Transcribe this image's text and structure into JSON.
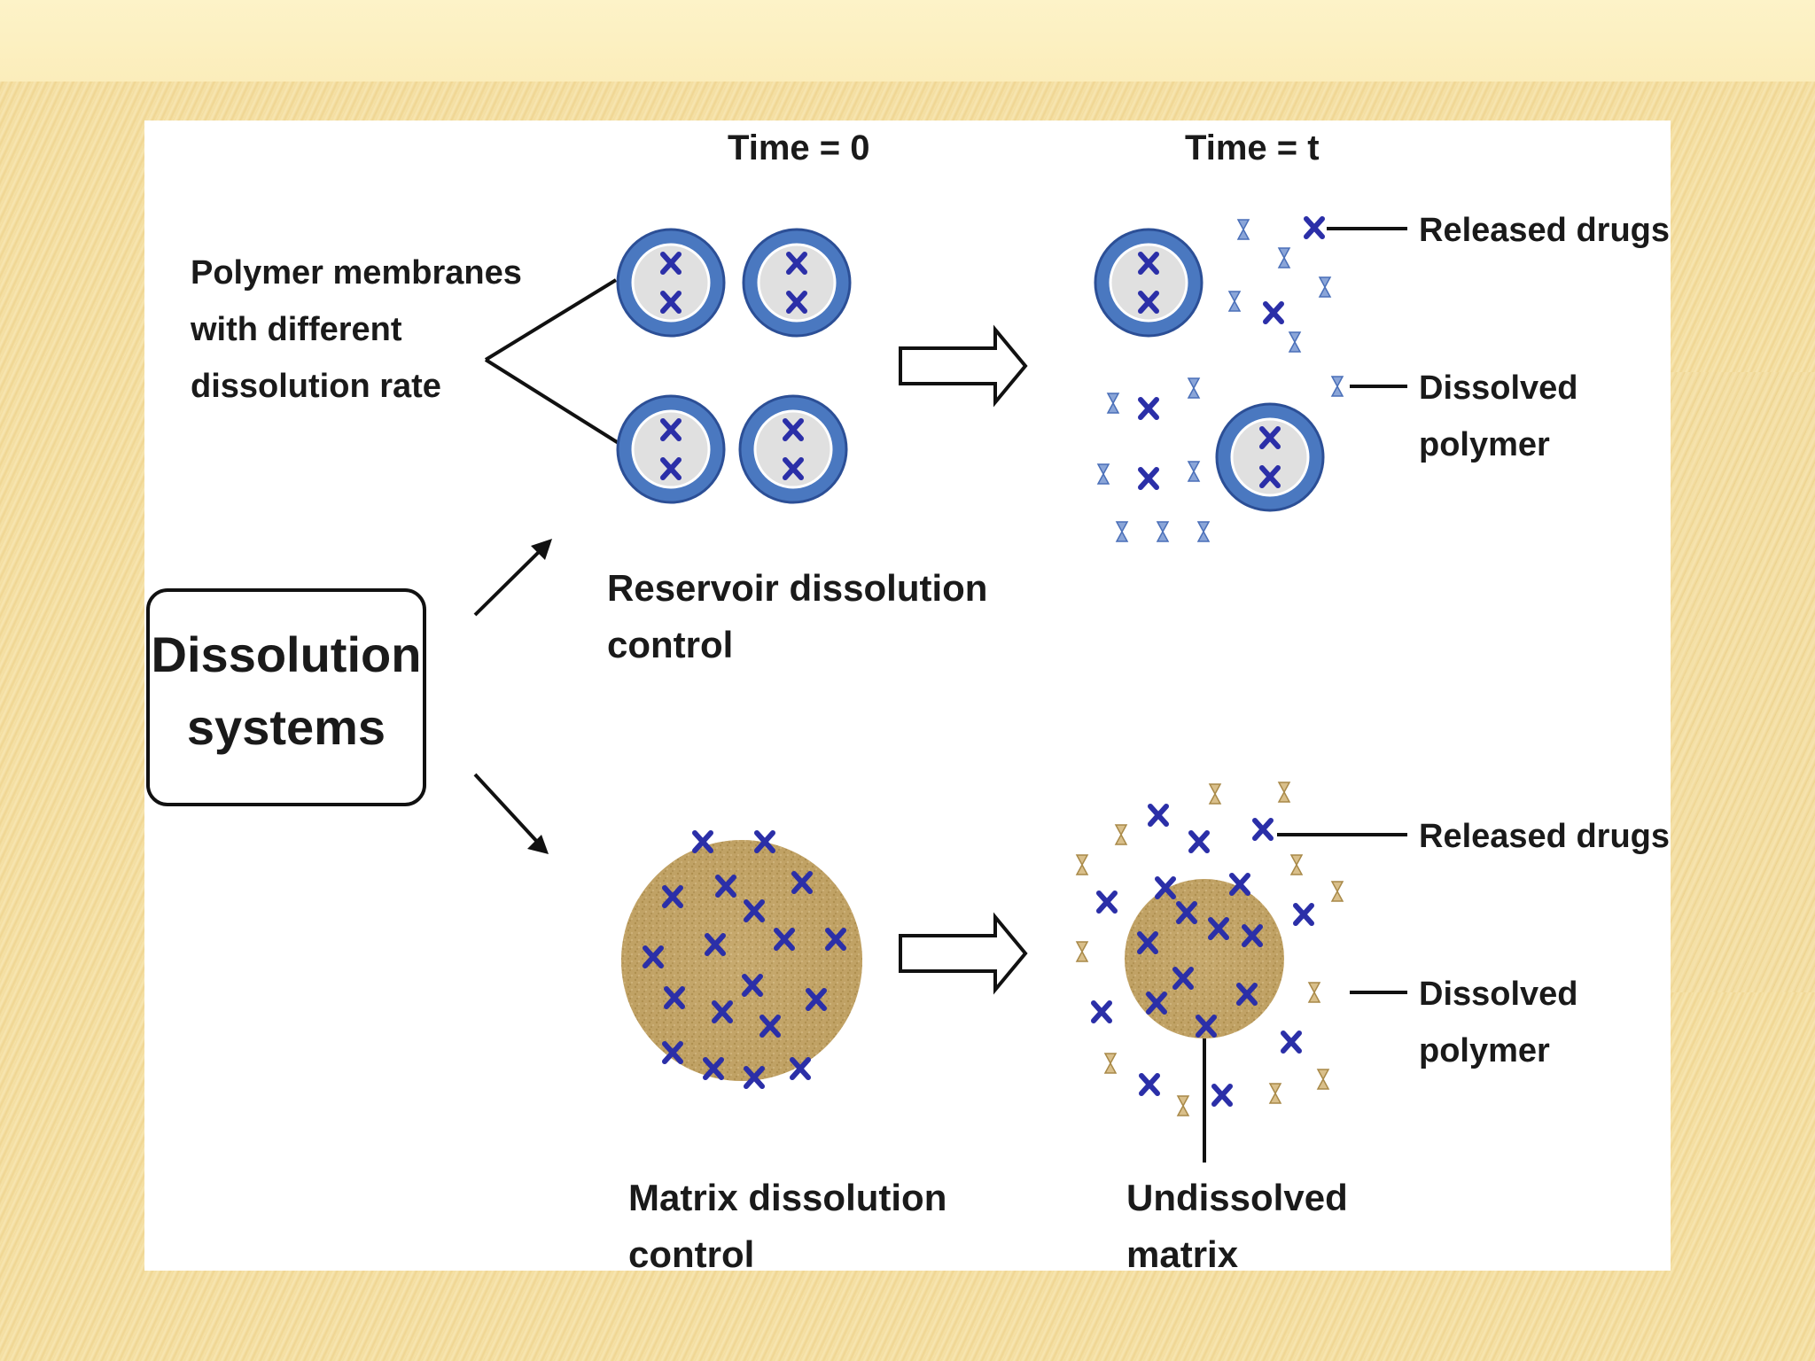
{
  "labels": {
    "time0": "Time = 0",
    "timet": "Time = t",
    "membranes_line1": "Polymer membranes",
    "membranes_line2": "with different",
    "membranes_line3": "dissolution rate",
    "box_line1": "Dissolution",
    "box_line2": "systems",
    "reservoir_line1": "Reservoir dissolution",
    "reservoir_line2": "control",
    "matrix_line1": "Matrix dissolution",
    "matrix_line2": "control",
    "released_top": "Released drugs",
    "dissolved_top_line1": "Dissolved",
    "dissolved_top_line2": "polymer",
    "released_bottom": "Released drugs",
    "dissolved_bottom_line1": "Dissolved",
    "dissolved_bottom_line2": "polymer",
    "undissolved_line1": "Undissolved",
    "undissolved_line2": "matrix"
  },
  "colors": {
    "drug": "#2b2fa8",
    "membrane": "#4a78c0",
    "membrane_inner": "#dcdcdc",
    "matrix": "#c2a56b",
    "dissolved_top": "#5b7fc4",
    "dissolved_bottom": "#c9a66a",
    "background_stripes": "#f3dc9c"
  }
}
